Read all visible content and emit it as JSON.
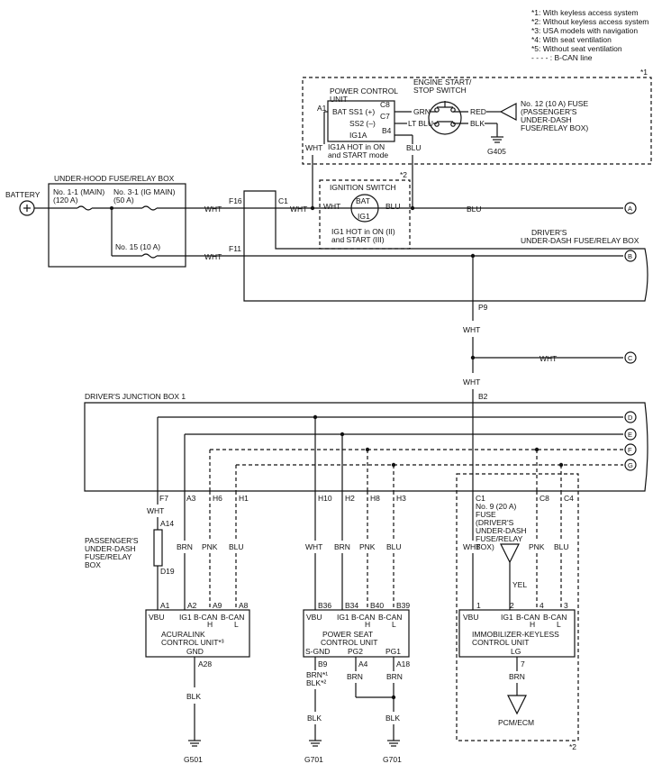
{
  "notes": [
    "*1: With keyless access system",
    "*2: Without keyless access system",
    "*3: USA models with navigation",
    "*4: With seat ventilation",
    "*5: Without seat ventilation",
    "- - - - : B-CAN line"
  ],
  "labels": {
    "star1": "*1",
    "star2": "*2",
    "star2b": "*2",
    "battery": "BATTERY",
    "underhood_box": "UNDER-HOOD FUSE/RELAY BOX",
    "fuse_main_1": "No. 1-1 (MAIN)",
    "fuse_main_2": "(120 A)",
    "fuse_ig_1": "No. 3-1 (IG MAIN)",
    "fuse_ig_2": "(50 A)",
    "fuse15": "No. 15 (10 A)",
    "wht": "WHT",
    "blu": "BLU",
    "f16": "F16",
    "c1": "C1",
    "f11": "F11",
    "pcu_1": "POWER CONTROL",
    "pcu_2": "UNIT",
    "ess_1": "ENGINE START/",
    "ess_2": "STOP SWITCH",
    "a1": "A1",
    "bat_ss1": "BAT SS1 (+)",
    "ss2": "SS2 (–)",
    "ig1a": "IG1A",
    "c8": "C8",
    "c7": "C7",
    "b4": "B4",
    "grn": "GRN",
    "lt_blu": "LT BLU",
    "red": "RED",
    "blk": "BLK",
    "fuse12_1": "No. 12 (10 A) FUSE",
    "fuse12_2": "(PASSENGER'S",
    "fuse12_3": "UNDER-DASH",
    "fuse12_4": "FUSE/RELAY BOX)",
    "g405": "G405",
    "ig1a_hot_1": "IG1A HOT in ON",
    "ig1a_hot_2": "and START mode",
    "ign_switch": "IGNITION SWITCH",
    "bat": "BAT",
    "ig1": "IG1",
    "ig1_hot_1": "IG1 HOT in ON (II)",
    "ig1_hot_2": "and START (III)",
    "drivers_box_1": "DRIVER'S",
    "drivers_box_2": "UNDER-DASH FUSE/RELAY BOX",
    "p9": "P9",
    "b2": "B2",
    "junction_box": "DRIVER'S JUNCTION BOX 1",
    "conn_a": "A",
    "conn_b": "B",
    "conn_c": "C",
    "conn_d": "D",
    "conn_e": "E",
    "conn_f": "F",
    "conn_g": "G",
    "f7": "F7",
    "a3": "A3",
    "h6": "H6",
    "h1": "H1",
    "h10": "H10",
    "h2": "H2",
    "h8": "H8",
    "h3": "H3",
    "jb_c1": "C1",
    "jb_c8": "C8",
    "jb_c4": "C4",
    "fuse9_1": "No. 9 (20 A)",
    "fuse9_2": "FUSE",
    "fuse9_3": "(DRIVER'S",
    "fuse9_4": "UNDER-DASH",
    "fuse9_5": "FUSE/RELAY",
    "fuse9_6": "BOX)",
    "brn": "BRN",
    "pnk": "PNK",
    "yel": "YEL",
    "a14": "A14",
    "d19": "D19",
    "pass_box_1": "PASSENGER'S",
    "pass_box_2": "UNDER-DASH",
    "pass_box_3": "FUSE/RELAY",
    "pass_box_4": "BOX",
    "acl_a1": "A1",
    "acl_a2": "A2",
    "acl_a9": "A9",
    "acl_a8": "A8",
    "vbu": "VBU",
    "bcan_h_1": "B-CAN",
    "bcan_h_2": "H",
    "bcan_l_1": "B-CAN",
    "bcan_l_2": "L",
    "acurallink_1": "ACURALINK",
    "acurallink_2": "CONTROL UNIT*³",
    "gnd": "GND",
    "a28": "A28",
    "g501": "G501",
    "b36": "B36",
    "b34": "B34",
    "b40": "B40",
    "b39": "B39",
    "seat_1": "POWER SEAT",
    "seat_2": "CONTROL UNIT",
    "s_gnd": "S-GND",
    "pg2": "PG2",
    "pg1": "PG1",
    "b9": "B9",
    "a4": "A4",
    "a18": "A18",
    "brn_star": "BRN*¹",
    "blk_star": "BLK*²",
    "g701a": "G701",
    "g701b": "G701",
    "imm_1": "1",
    "imm_2": "2",
    "imm_4": "4",
    "imm_3": "3",
    "imm_name_1": "IMMOBILIZER-KEYLESS",
    "imm_name_2": "CONTROL UNIT",
    "lg": "LG",
    "pin7": "7",
    "pcm": "PCM/ECM"
  }
}
